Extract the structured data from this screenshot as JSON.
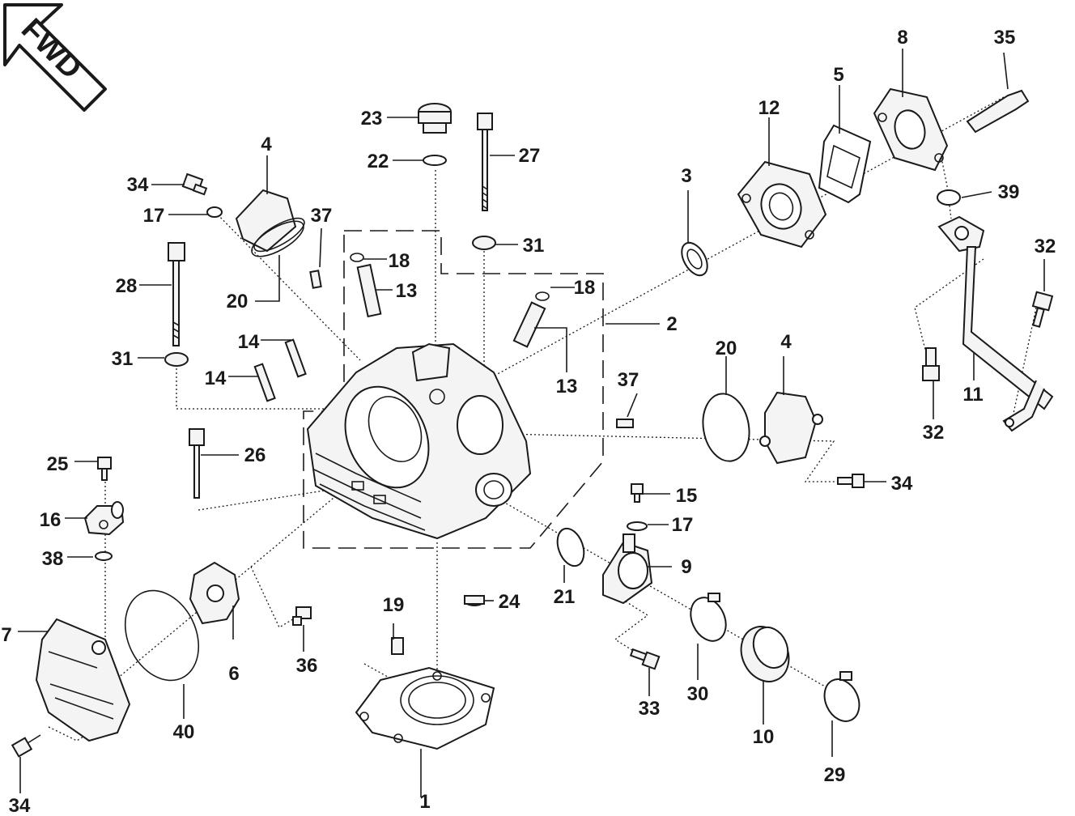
{
  "diagram": {
    "direction_badge": "FWD",
    "callouts": [
      {
        "id": "c1",
        "text": "1"
      },
      {
        "id": "c2",
        "text": "2"
      },
      {
        "id": "c3",
        "text": "3"
      },
      {
        "id": "c4a",
        "text": "4"
      },
      {
        "id": "c4b",
        "text": "4"
      },
      {
        "id": "c5",
        "text": "5"
      },
      {
        "id": "c6",
        "text": "6"
      },
      {
        "id": "c7",
        "text": "7"
      },
      {
        "id": "c8",
        "text": "8"
      },
      {
        "id": "c9",
        "text": "9"
      },
      {
        "id": "c10",
        "text": "10"
      },
      {
        "id": "c11",
        "text": "11"
      },
      {
        "id": "c12",
        "text": "12"
      },
      {
        "id": "c13a",
        "text": "13"
      },
      {
        "id": "c13b",
        "text": "13"
      },
      {
        "id": "c14a",
        "text": "14"
      },
      {
        "id": "c14b",
        "text": "14"
      },
      {
        "id": "c15",
        "text": "15"
      },
      {
        "id": "c16",
        "text": "16"
      },
      {
        "id": "c17a",
        "text": "17"
      },
      {
        "id": "c17b",
        "text": "17"
      },
      {
        "id": "c18a",
        "text": "18"
      },
      {
        "id": "c18b",
        "text": "18"
      },
      {
        "id": "c19",
        "text": "19"
      },
      {
        "id": "c20a",
        "text": "20"
      },
      {
        "id": "c20b",
        "text": "20"
      },
      {
        "id": "c21",
        "text": "21"
      },
      {
        "id": "c22",
        "text": "22"
      },
      {
        "id": "c23",
        "text": "23"
      },
      {
        "id": "c24",
        "text": "24"
      },
      {
        "id": "c25",
        "text": "25"
      },
      {
        "id": "c26",
        "text": "26"
      },
      {
        "id": "c27",
        "text": "27"
      },
      {
        "id": "c28",
        "text": "28"
      },
      {
        "id": "c29",
        "text": "29"
      },
      {
        "id": "c30",
        "text": "30"
      },
      {
        "id": "c31a",
        "text": "31"
      },
      {
        "id": "c31b",
        "text": "31"
      },
      {
        "id": "c32a",
        "text": "32"
      },
      {
        "id": "c32b",
        "text": "32"
      },
      {
        "id": "c33",
        "text": "33"
      },
      {
        "id": "c34a",
        "text": "34"
      },
      {
        "id": "c34b",
        "text": "34"
      },
      {
        "id": "c34c",
        "text": "34"
      },
      {
        "id": "c35",
        "text": "35"
      },
      {
        "id": "c36",
        "text": "36"
      },
      {
        "id": "c37a",
        "text": "37"
      },
      {
        "id": "c37b",
        "text": "37"
      },
      {
        "id": "c38",
        "text": "38"
      },
      {
        "id": "c39",
        "text": "39"
      },
      {
        "id": "c40",
        "text": "40"
      }
    ]
  }
}
